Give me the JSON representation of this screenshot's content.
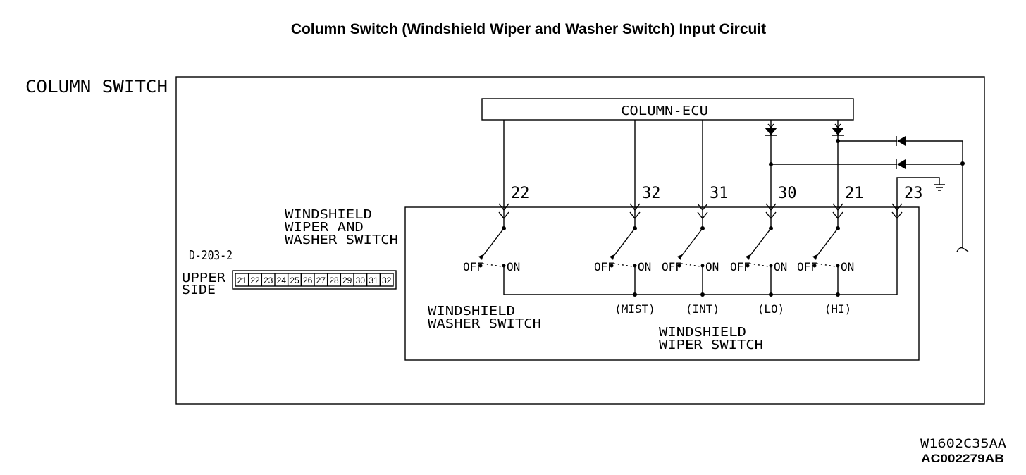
{
  "title": "Column Switch (Windshield Wiper and Washer Switch) Input Circuit",
  "column_switch_label": "COLUMN SWITCH",
  "ecu_label": "COLUMN-ECU",
  "switch_block": {
    "line1": "WINDSHIELD",
    "line2": "WIPER AND",
    "line3": "WASHER SWITCH"
  },
  "connector": {
    "id": "D-203-2",
    "side_line1": "UPPER",
    "side_line2": "SIDE",
    "pins": [
      "21",
      "22",
      "23",
      "24",
      "25",
      "26",
      "27",
      "28",
      "29",
      "30",
      "31",
      "32"
    ]
  },
  "terminals": [
    "22",
    "32",
    "31",
    "30",
    "21",
    "23"
  ],
  "off_label": "OFF",
  "on_label": "ON",
  "modes": [
    "(MIST)",
    "(INT)",
    "(LO)",
    "(HI)"
  ],
  "washer_label": {
    "line1": "WINDSHIELD",
    "line2": "WASHER SWITCH"
  },
  "wiper_label": {
    "line1": "WINDSHIELD",
    "line2": "WIPER SWITCH"
  },
  "codes": {
    "code1": "W1602C35AA",
    "code2": "AC002279AB"
  }
}
